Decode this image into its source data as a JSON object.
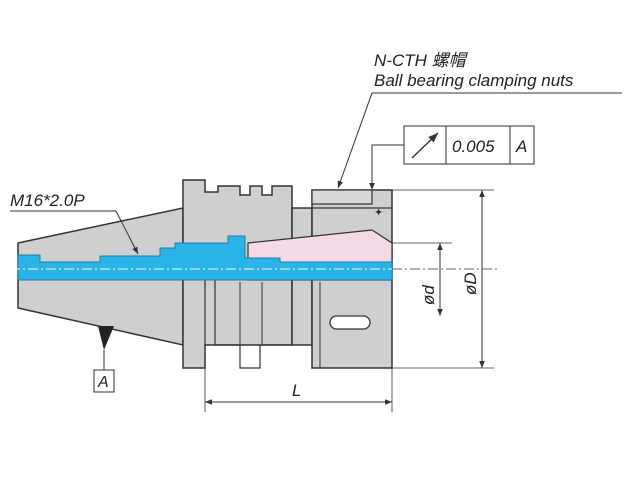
{
  "callout": {
    "name": "N-CTH 螺帽",
    "description": "Ball bearing clamping nuts"
  },
  "tolerance_frame": {
    "symbol": "circular-runout-icon",
    "value": "0.005",
    "datum": "A"
  },
  "thread_label": "M16*2.0P",
  "datum_label": "A",
  "dimensions": {
    "bore": "ød",
    "outer": "øD",
    "length": "L"
  },
  "colors": {
    "body": "#cfcfcf",
    "coolant_channel": "#2ab3e6",
    "collet_bore": "#f6d9e6",
    "outline": "#333333"
  }
}
